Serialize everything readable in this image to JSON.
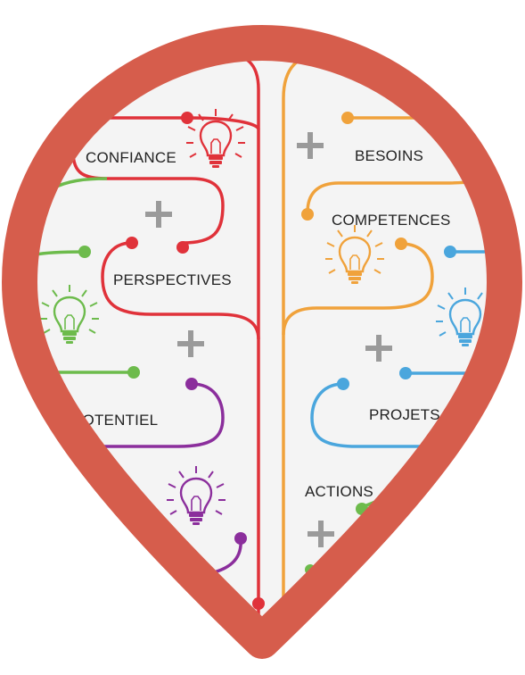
{
  "labels": {
    "confiance": "CONFIANCE",
    "perspectives": "PERSPECTIVES",
    "potentiel": "POTENTIEL",
    "besoins": "BESOINS",
    "competences": "COMPETENCES",
    "projets": "PROJETS",
    "actions": "ACTIONS"
  },
  "colors": {
    "pin_border": "#d65d4c",
    "background": "#f4f4f4",
    "red": "#e0323a",
    "orange": "#f0a23b",
    "green": "#6dbb4c",
    "purple": "#8b2e9c",
    "blue": "#4aa6dd",
    "plus": "#9a9a9a"
  },
  "icons": {
    "bulb": "lightbulb-icon",
    "plus": "plus-icon"
  }
}
